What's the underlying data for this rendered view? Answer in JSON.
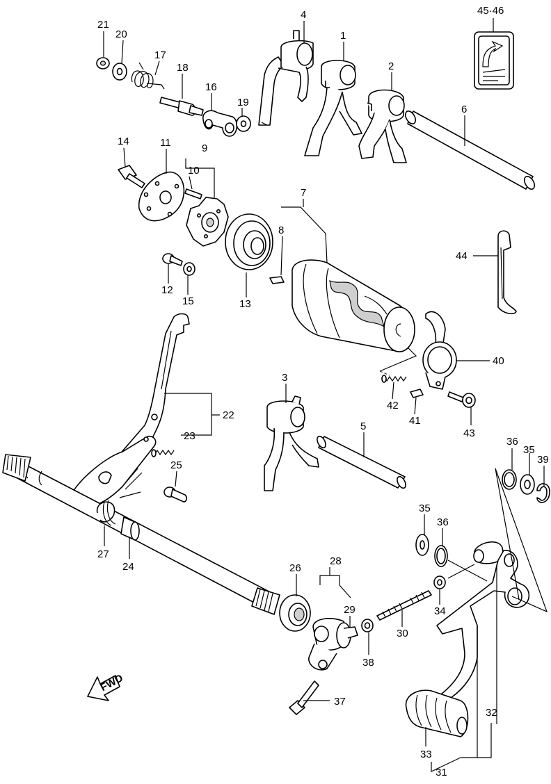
{
  "labels": {
    "p1": "1",
    "p2": "2",
    "p3": "3",
    "p4": "4",
    "p5": "5",
    "p6": "6",
    "p7": "7",
    "p8": "8",
    "p9": "9",
    "p10": "10",
    "p11": "11",
    "p12": "12",
    "p13": "13",
    "p14": "14",
    "p15": "15",
    "p16": "16",
    "p17": "17",
    "p18": "18",
    "p19": "19",
    "p20": "20",
    "p21": "21",
    "p22": "22",
    "p23": "23",
    "p24": "24",
    "p25": "25",
    "p26": "26",
    "p27": "27",
    "p28": "28",
    "p29": "29",
    "p30": "30",
    "p31": "31",
    "p32": "32",
    "p33": "33",
    "p34": "34",
    "p35a": "35",
    "p35b": "35",
    "p36a": "36",
    "p36b": "36",
    "p37": "37",
    "p38": "38",
    "p39": "39",
    "p40": "40",
    "p41": "41",
    "p42": "42",
    "p43": "43",
    "p44": "44",
    "p4546": "45·46"
  },
  "fwd": "FWD"
}
